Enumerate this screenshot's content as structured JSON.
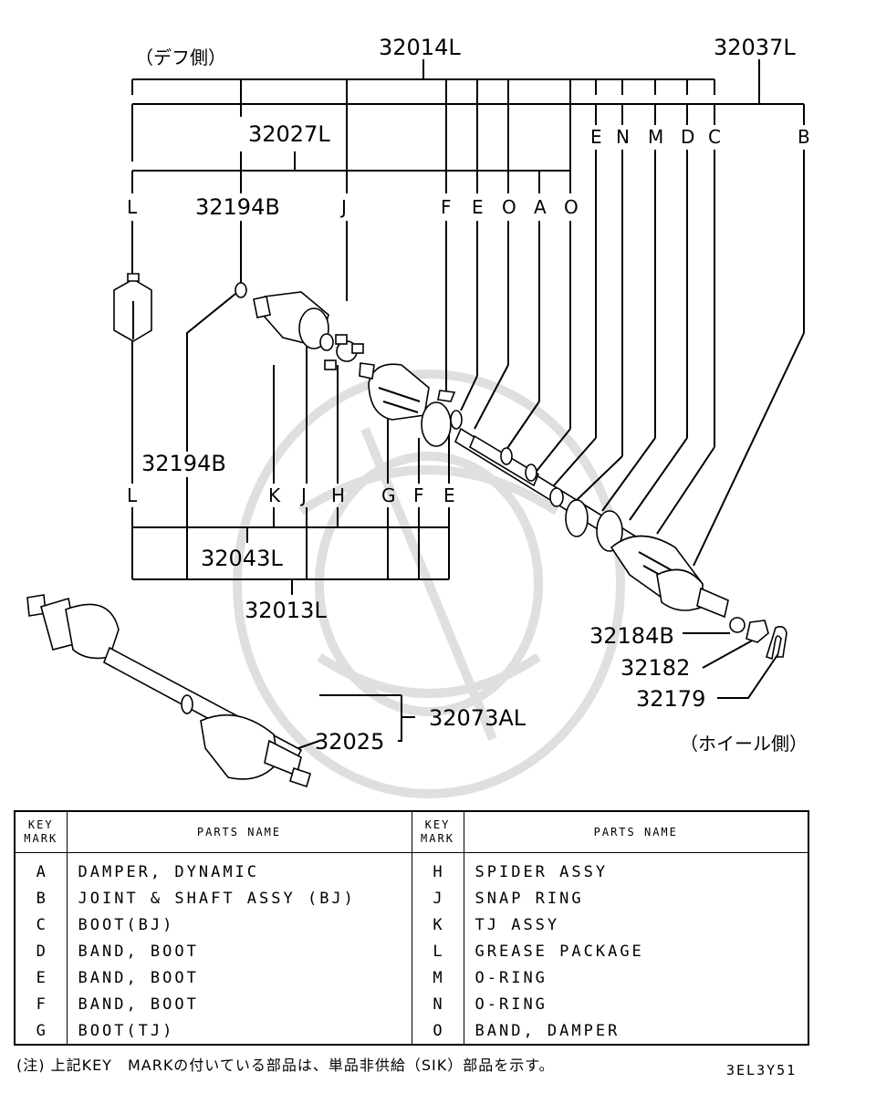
{
  "side_labels": {
    "diff_side": "（デフ側）",
    "wheel_side": "（ホイール側）"
  },
  "part_numbers": {
    "p32014L": "32014L",
    "p32037L": "32037L",
    "p32027L": "32027L",
    "p32194B_top": "32194B",
    "p32194B_mid": "32194B",
    "p32043L": "32043L",
    "p32013L": "32013L",
    "p32184B": "32184B",
    "p32182": "32182",
    "p32179": "32179",
    "p32073AL": "32073AL",
    "p32025": "32025"
  },
  "key_marks_top": [
    "L",
    "J",
    "F",
    "E",
    "O",
    "A",
    "O"
  ],
  "key_marks_right": [
    "E",
    "N",
    "M",
    "D",
    "C",
    "B"
  ],
  "key_marks_bottom": [
    "L",
    "K",
    "J",
    "H",
    "G",
    "F",
    "E"
  ],
  "table": {
    "header_key": [
      "KEY",
      "MARK"
    ],
    "header_name": "PARTS NAME",
    "left": [
      {
        "key": "A",
        "name": "DAMPER, DYNAMIC"
      },
      {
        "key": "B",
        "name": "JOINT & SHAFT ASSY (BJ)"
      },
      {
        "key": "C",
        "name": "BOOT(BJ)"
      },
      {
        "key": "D",
        "name": "BAND, BOOT"
      },
      {
        "key": "E",
        "name": "BAND, BOOT"
      },
      {
        "key": "F",
        "name": "BAND, BOOT"
      },
      {
        "key": "G",
        "name": "BOOT(TJ)"
      }
    ],
    "right": [
      {
        "key": "H",
        "name": "SPIDER ASSY"
      },
      {
        "key": "J",
        "name": "SNAP RING"
      },
      {
        "key": "K",
        "name": "TJ ASSY"
      },
      {
        "key": "L",
        "name": "GREASE PACKAGE"
      },
      {
        "key": "M",
        "name": "O-RING"
      },
      {
        "key": "N",
        "name": "O-RING"
      },
      {
        "key": "O",
        "name": "BAND, DAMPER"
      }
    ]
  },
  "footnote": "(注) 上記KEY　MARKの付いている部品は、単品非供給（SIK）部品を示す。",
  "diagram_code": "3EL3Y51"
}
